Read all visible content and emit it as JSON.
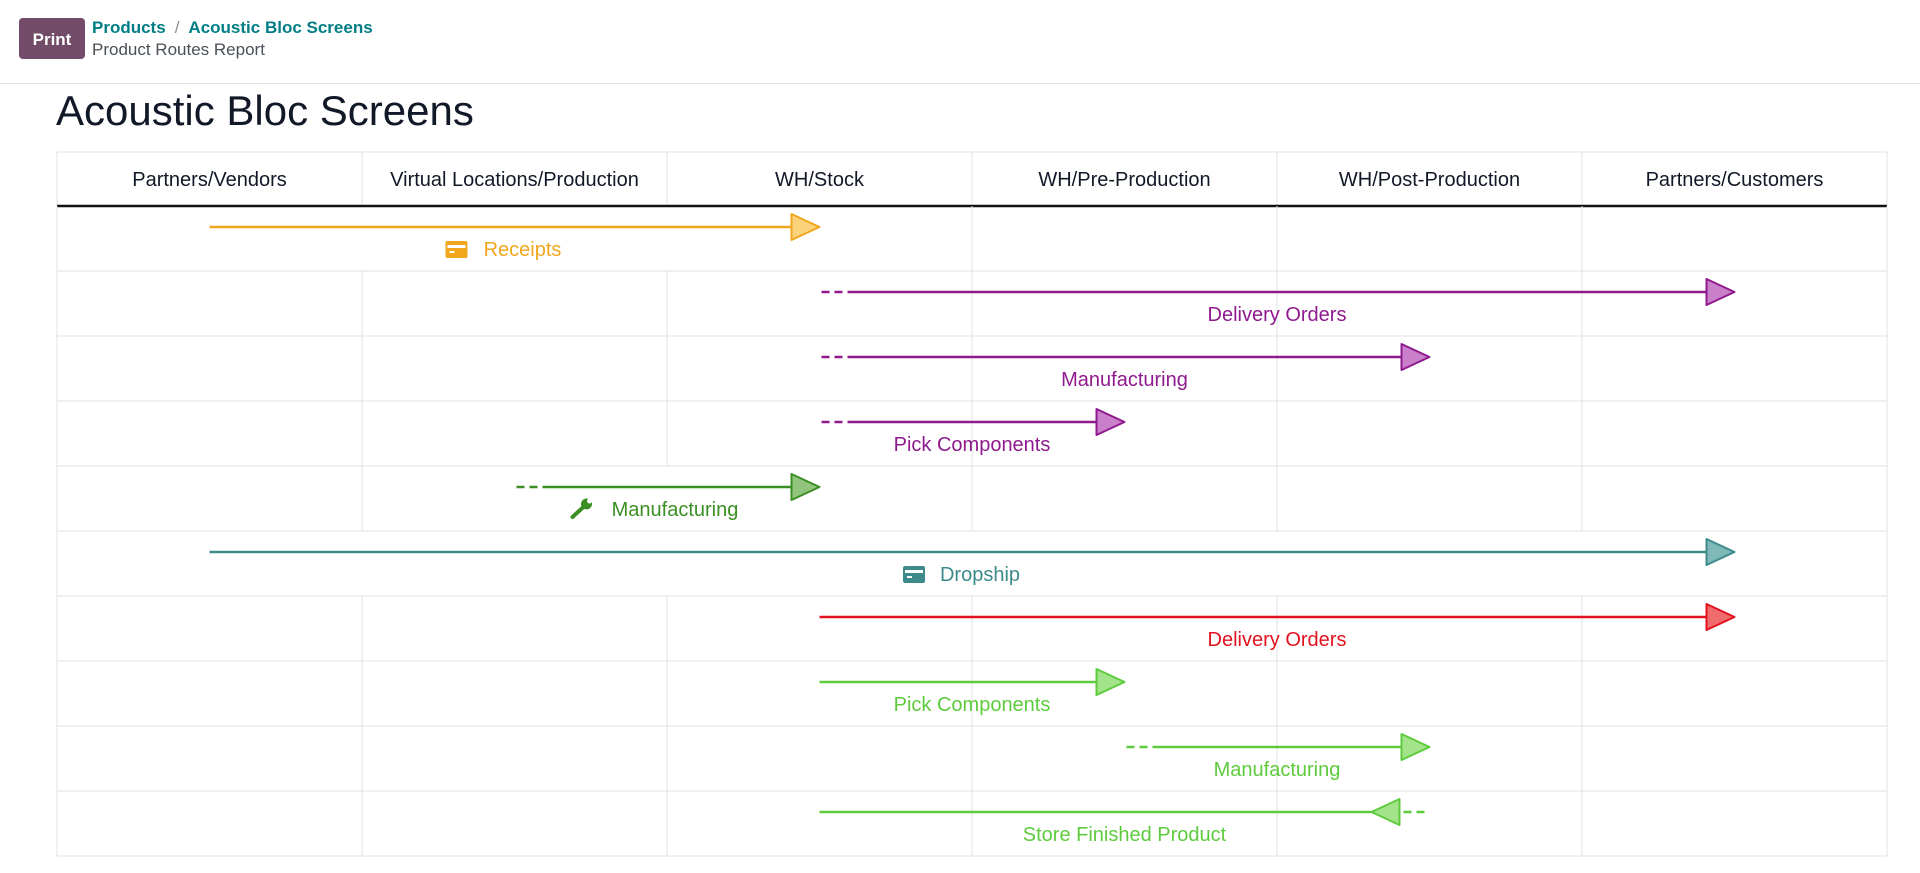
{
  "toolbar": {
    "print_label": "Print"
  },
  "breadcrumb": {
    "items": [
      "Products",
      "Acoustic Bloc Screens"
    ],
    "separator": "/",
    "current": "Product Routes Report"
  },
  "report": {
    "title": "Acoustic Bloc Screens",
    "columns": [
      "Partners/Vendors",
      "Virtual Locations/Production",
      "WH/Stock",
      "WH/Pre-Production",
      "WH/Post-Production",
      "Partners/Customers"
    ],
    "routes": [
      {
        "label": "Receipts",
        "icon": "credit-card-icon",
        "color": "#f0a71c",
        "fill": "#fad27a",
        "from": 0,
        "to": 2,
        "dashed_start": false,
        "arrow": "end",
        "label_col": 1,
        "merged_cols": [
          0,
          2
        ]
      },
      {
        "label": "Delivery Orders",
        "icon": "",
        "color": "#8e1a8e",
        "fill": "#c97fc9",
        "from": 2,
        "to": 5,
        "dashed_start": true,
        "arrow": "end",
        "label_col": 3.5,
        "merged_cols": []
      },
      {
        "label": "Manufacturing",
        "icon": "",
        "color": "#8e1a8e",
        "fill": "#c97fc9",
        "from": 2,
        "to": 4,
        "dashed_start": true,
        "arrow": "end",
        "label_col": 3,
        "merged_cols": []
      },
      {
        "label": "Pick Components",
        "icon": "",
        "color": "#8e1a8e",
        "fill": "#c97fc9",
        "from": 2,
        "to": 3,
        "dashed_start": true,
        "arrow": "end",
        "label_col": 2.5,
        "merged_cols": []
      },
      {
        "label": "Manufacturing",
        "icon": "wrench-icon",
        "color": "#3b8e23",
        "fill": "#93c47d",
        "from": 1,
        "to": 2,
        "dashed_start": true,
        "arrow": "end",
        "label_col": 1.5,
        "merged_cols": [
          1,
          2
        ]
      },
      {
        "label": "Dropship",
        "icon": "credit-card-icon",
        "color": "#3d8a8a",
        "fill": "#7fb8b8",
        "from": 0,
        "to": 5,
        "dashed_start": false,
        "arrow": "end",
        "label_col": 2.5,
        "merged_cols": [
          0,
          5
        ]
      },
      {
        "label": "Delivery Orders",
        "icon": "",
        "color": "#e3121f",
        "fill": "#f06b6b",
        "from": 2,
        "to": 5,
        "dashed_start": false,
        "arrow": "end",
        "label_col": 3.5,
        "merged_cols": []
      },
      {
        "label": "Pick Components",
        "icon": "",
        "color": "#5ecb3d",
        "fill": "#a3e38a",
        "from": 2,
        "to": 3,
        "dashed_start": false,
        "arrow": "end",
        "label_col": 2.5,
        "merged_cols": []
      },
      {
        "label": "Manufacturing",
        "icon": "",
        "color": "#5ecb3d",
        "fill": "#a3e38a",
        "from": 3,
        "to": 4,
        "dashed_start": true,
        "arrow": "end",
        "label_col": 3.5,
        "merged_cols": []
      },
      {
        "label": "Store Finished Product",
        "icon": "",
        "color": "#5ecb3d",
        "fill": "#a3e38a",
        "from": 2,
        "to": 4,
        "dashed_start": true,
        "arrow": "start",
        "label_col": 3,
        "merged_cols": []
      }
    ]
  }
}
